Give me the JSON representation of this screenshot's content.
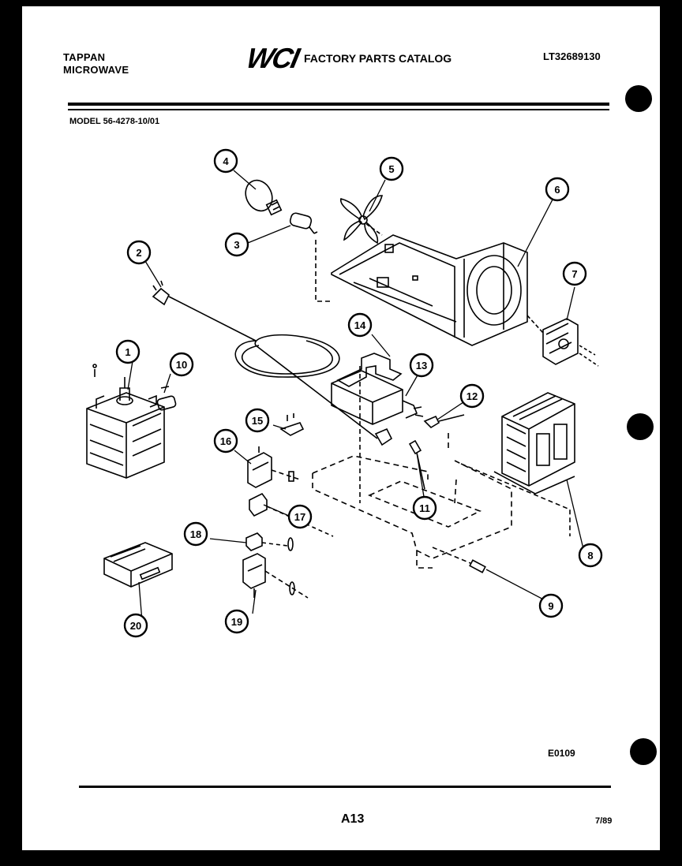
{
  "header": {
    "brand_line1": "TAPPAN",
    "brand_line2": "MICROWAVE",
    "logo": "WCI",
    "catalog_title": "FACTORY PARTS CATALOG",
    "catalog_code": "LT32689130"
  },
  "model": "MODEL 56-4278-10/01",
  "diagram": {
    "callouts": [
      "1",
      "2",
      "3",
      "4",
      "5",
      "6",
      "7",
      "8",
      "9",
      "10",
      "11",
      "12",
      "13",
      "14",
      "15",
      "16",
      "17",
      "18",
      "19",
      "20"
    ]
  },
  "footer": {
    "figure_code": "E0109",
    "page": "A13",
    "date": "7/89"
  },
  "colors": {
    "ink": "#000000",
    "paper": "#ffffff"
  }
}
